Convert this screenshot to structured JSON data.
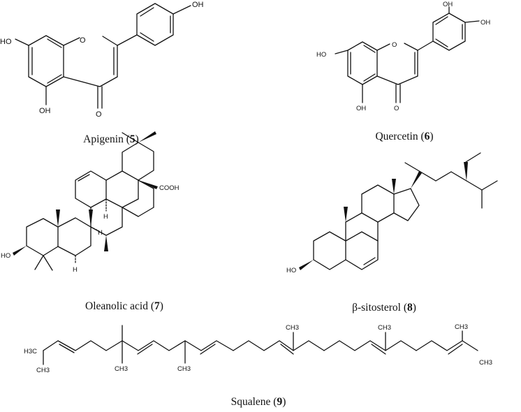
{
  "compounds": [
    {
      "name": "Apigenin",
      "number": "5",
      "labels": [
        "HO",
        "O",
        "OH",
        "OH",
        "O"
      ]
    },
    {
      "name": "Quercetin",
      "number": "6",
      "labels": [
        "HO",
        "O",
        "OH",
        "OH",
        "OH",
        "O"
      ]
    },
    {
      "name": "Oleanolic acid",
      "number": "7",
      "labels": [
        "COOH",
        "HO",
        "H",
        "H",
        "H"
      ]
    },
    {
      "name": "β-sitosterol",
      "number": "8",
      "labels": [
        "HO"
      ]
    },
    {
      "name": "Squalene",
      "number": "9",
      "labels": [
        "H3C",
        "CH3",
        "CH3",
        "CH3",
        "CH3",
        "CH3",
        "CH3",
        "CH3"
      ]
    }
  ]
}
